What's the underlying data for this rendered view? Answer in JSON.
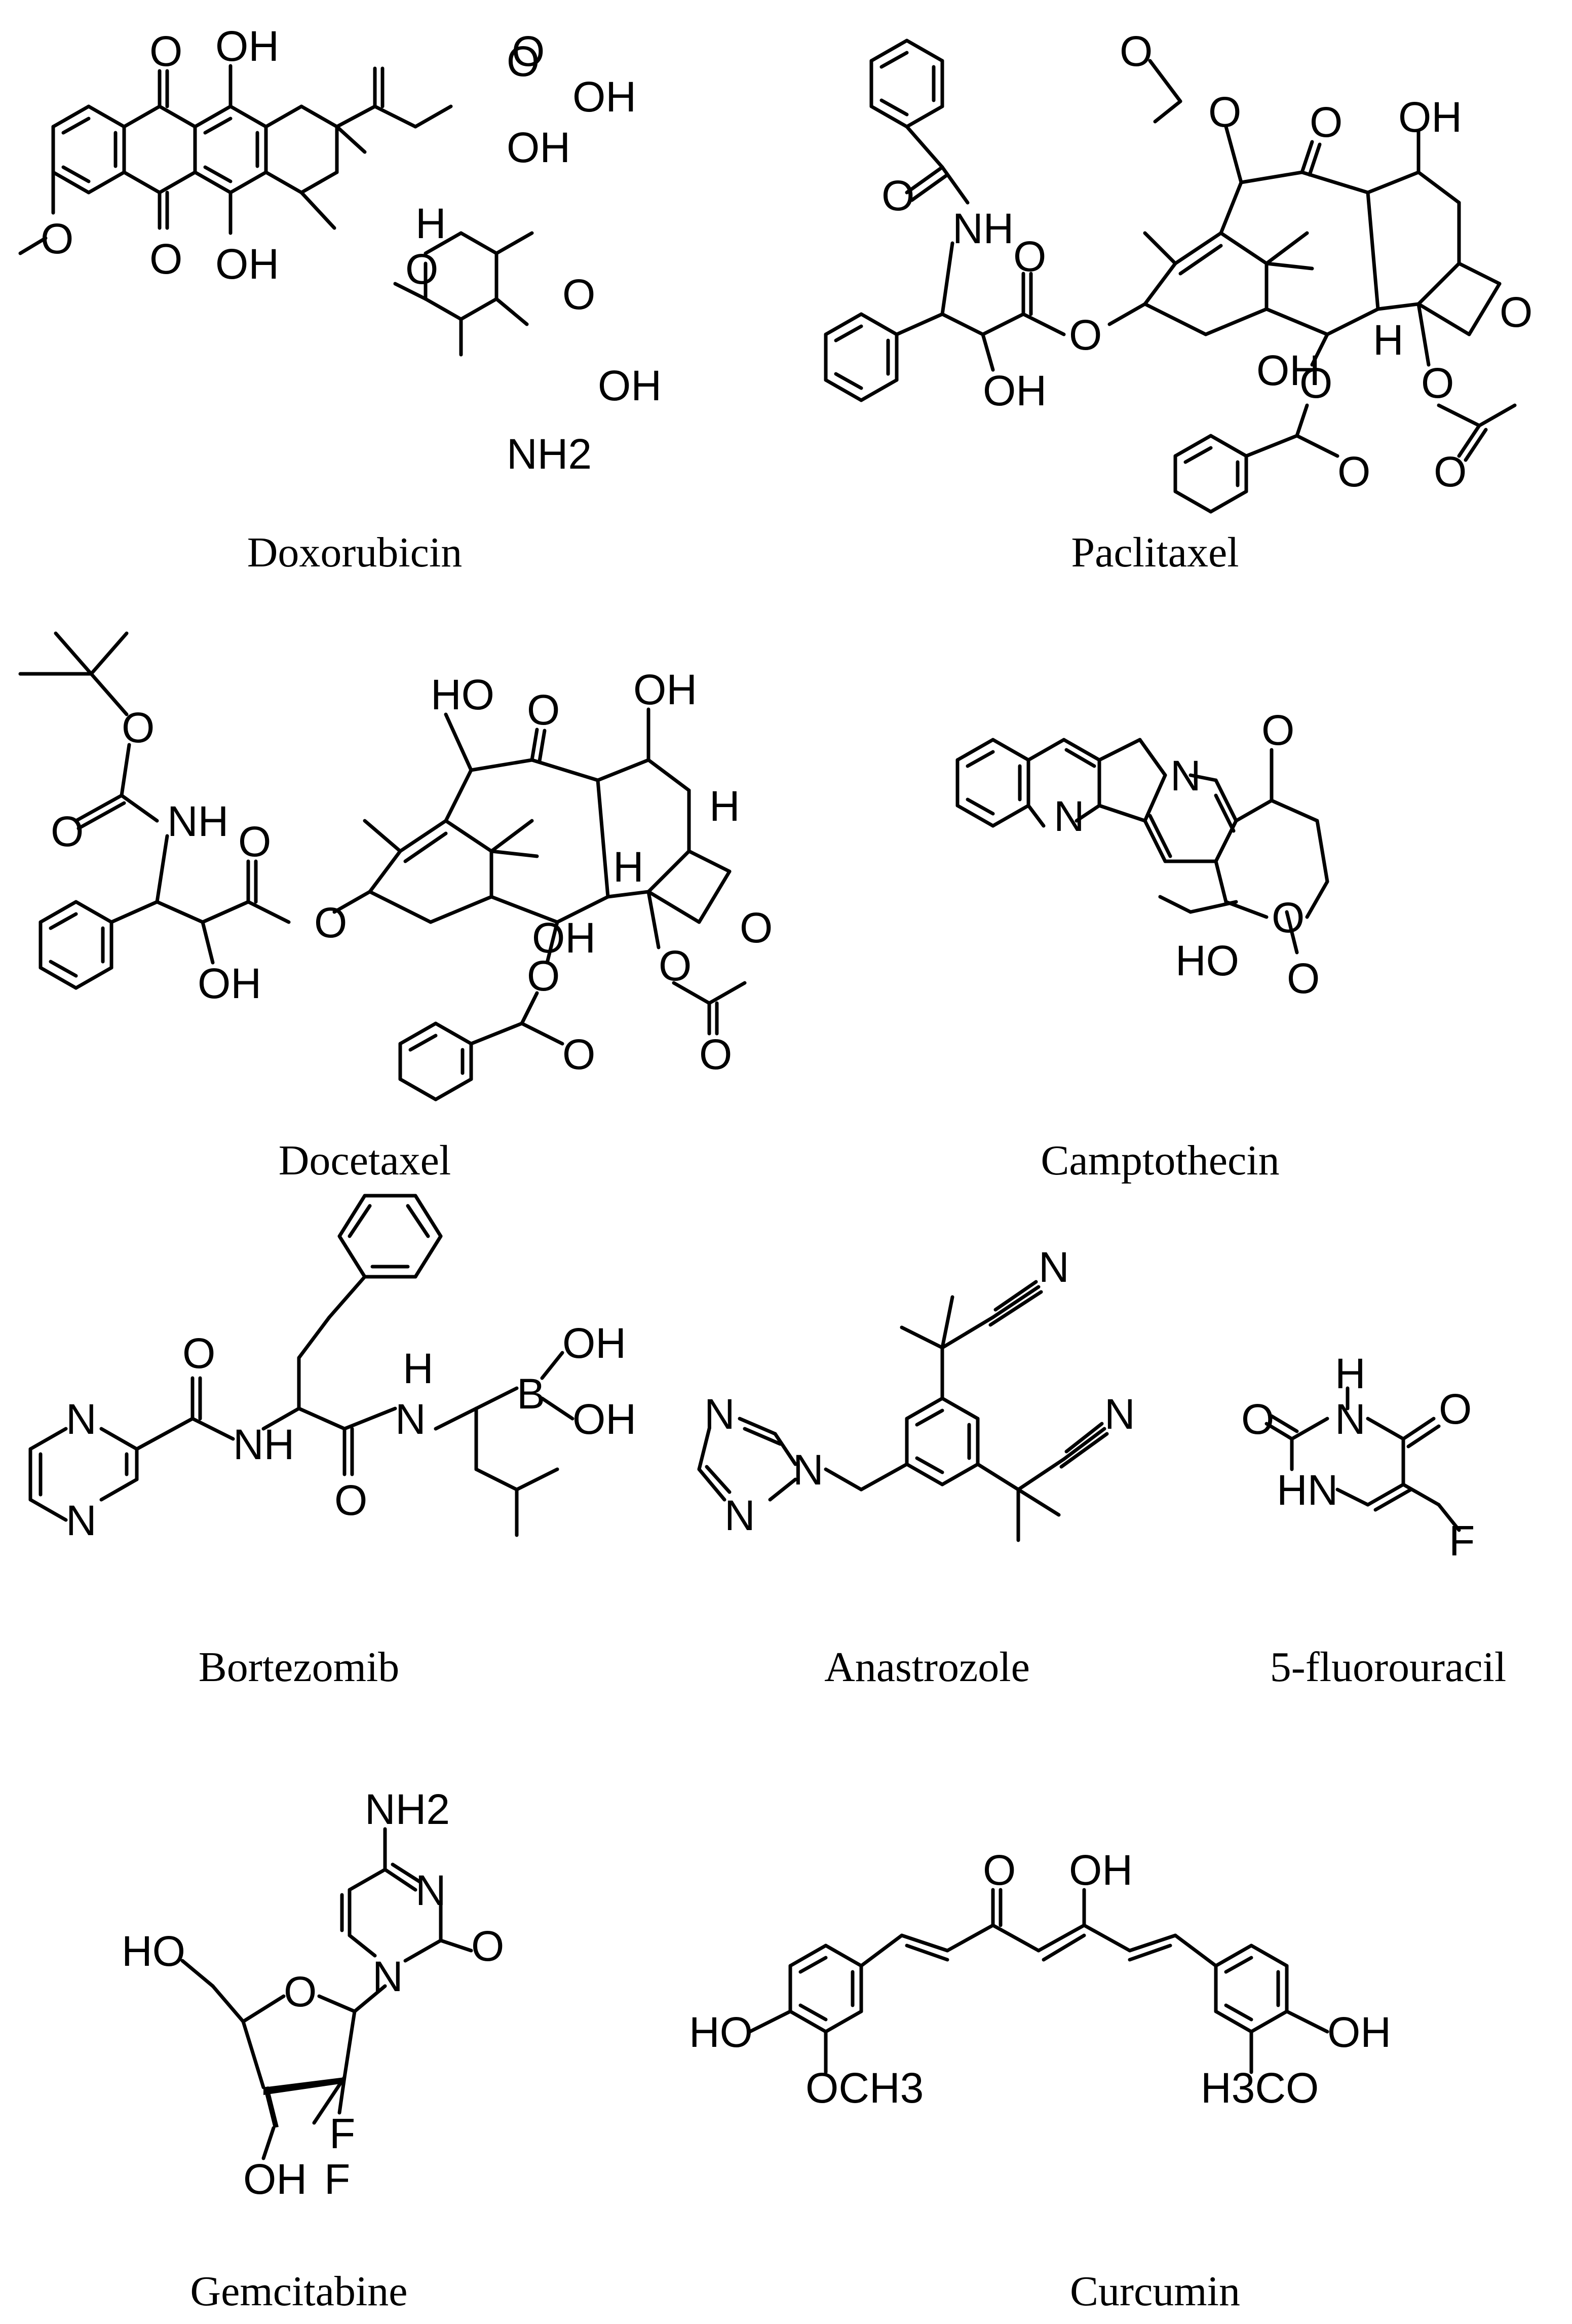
{
  "figure": {
    "molecules": [
      {
        "id": "doxorubicin",
        "name": "Doxorubicin",
        "atom_labels": [
          "O",
          "OH",
          "O",
          "OH",
          "OH",
          "O",
          "O",
          "OH",
          "O",
          "O",
          "H",
          "O",
          "OH",
          "NH2"
        ]
      },
      {
        "id": "paclitaxel",
        "name": "Paclitaxel",
        "atom_labels": [
          "O",
          "O",
          "O",
          "OH",
          "NH",
          "O",
          "O",
          "O",
          "OH",
          "OH",
          "H",
          "O",
          "O",
          "O",
          "O",
          "O"
        ]
      },
      {
        "id": "docetaxel",
        "name": "Docetaxel",
        "atom_labels": [
          "O",
          "O",
          "NH",
          "HO",
          "O",
          "OH",
          "O",
          "O",
          "OH",
          "OH",
          "O",
          "O",
          "O",
          "H",
          "H",
          "O",
          "O"
        ]
      },
      {
        "id": "camptothecin",
        "name": "Camptothecin",
        "atom_labels": [
          "N",
          "O",
          "N",
          "O",
          "O",
          "HO"
        ]
      },
      {
        "id": "bortezomib",
        "name": "Bortezomib",
        "atom_labels": [
          "N",
          "N",
          "O",
          "NH",
          "O",
          "H",
          "N",
          "B",
          "OH",
          "OH"
        ]
      },
      {
        "id": "anastrozole",
        "name": "Anastrozole",
        "atom_labels": [
          "N",
          "N",
          "N",
          "N",
          "N"
        ]
      },
      {
        "id": "fluorouracil",
        "name": "5-fluorouracil",
        "atom_labels": [
          "H",
          "N",
          "O",
          "O",
          "HN",
          "F"
        ]
      },
      {
        "id": "gemcitabine",
        "name": "Gemcitabine",
        "atom_labels": [
          "NH2",
          "N",
          "O",
          "N",
          "HO",
          "O",
          "F",
          "OH",
          "F"
        ]
      },
      {
        "id": "curcumin",
        "name": "Curcumin",
        "atom_labels": [
          "O",
          "OH",
          "HO",
          "OCH3",
          "OH",
          "H3CO"
        ]
      }
    ]
  }
}
